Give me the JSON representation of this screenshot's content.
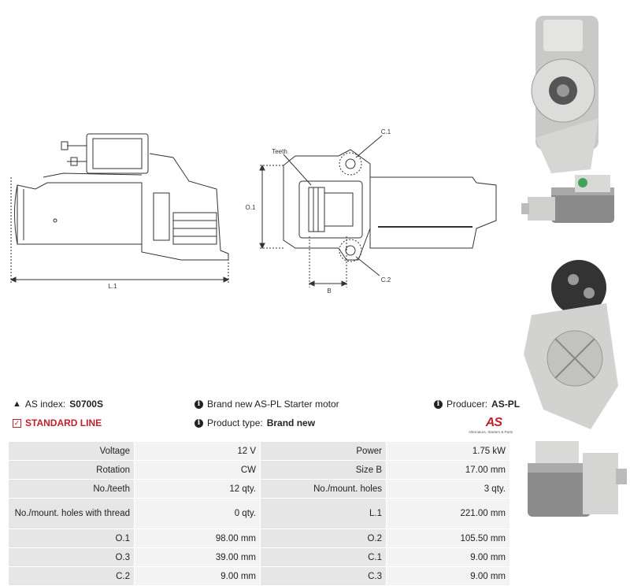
{
  "drawing_labels": {
    "l1": "L.1",
    "o1": "O.1",
    "teeth": "Teeth",
    "c1": "C.1",
    "c2": "C.2",
    "b": "B"
  },
  "info": {
    "as_index_label": "AS index:",
    "as_index_value": "S0700S",
    "description": "Brand new AS-PL Starter motor",
    "producer_label": "Producer:",
    "producer_value": "AS-PL",
    "line": "STANDARD LINE",
    "product_type_label": "Product type:",
    "product_type_value": "Brand new",
    "logo_text": "AS",
    "logo_tagline": "Alternators, Starters & Parts"
  },
  "specs": [
    [
      "Voltage",
      "12 V",
      "Power",
      "1.75 kW"
    ],
    [
      "Rotation",
      "CW",
      "Size B",
      "17.00 mm"
    ],
    [
      "No./teeth",
      "12 qty.",
      "No./mount. holes",
      "3 qty."
    ],
    [
      "No./mount. holes with thread",
      "0 qty.",
      "L.1",
      "221.00 mm"
    ],
    [
      "O.1",
      "98.00 mm",
      "O.2",
      "105.50 mm"
    ],
    [
      "O.3",
      "39.00 mm",
      "C.1",
      "9.00 mm"
    ],
    [
      "C.2",
      "9.00 mm",
      "C.3",
      "9.00 mm"
    ]
  ],
  "colors": {
    "accent_red": "#c0202a",
    "label_cell": "#e6e6e6",
    "value_cell": "#f3f3f3"
  }
}
